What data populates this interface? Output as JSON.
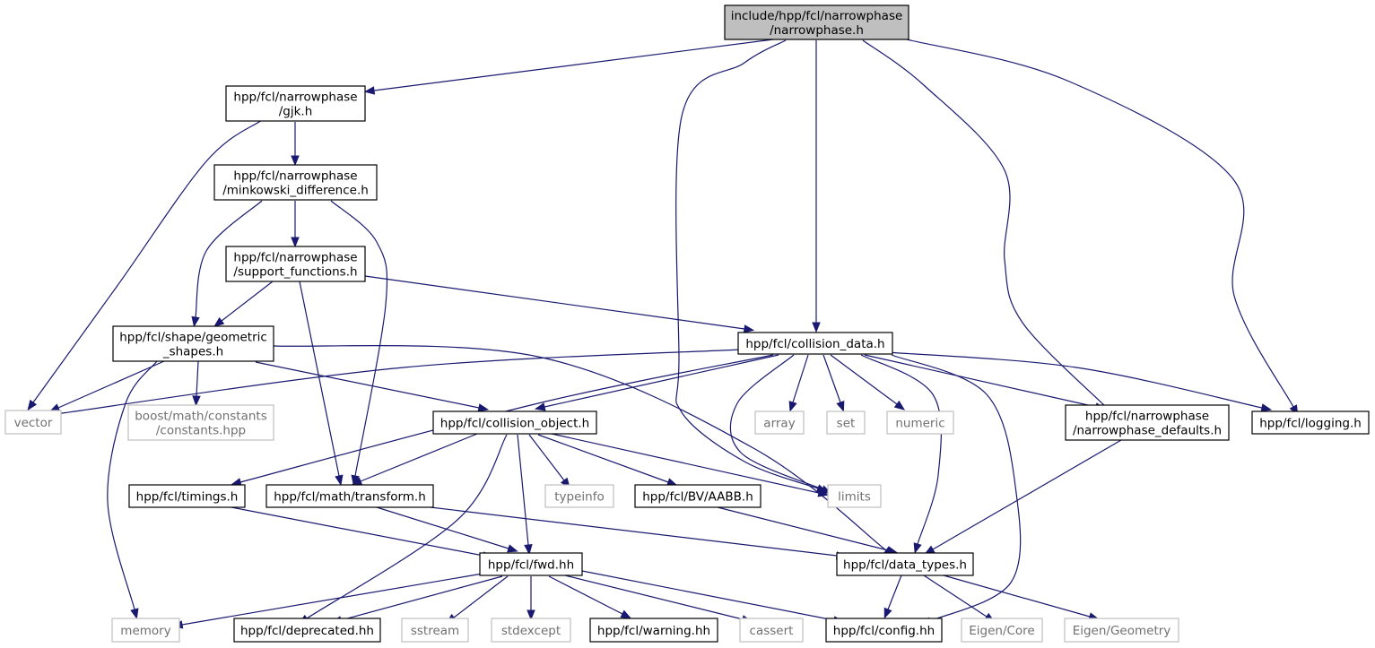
{
  "colors": {
    "edge": "#191970",
    "root_fill": "#bfbfbf",
    "node_border": "#000000",
    "system_border": "#bfbfbf",
    "system_text": "#707070"
  },
  "nodes": [
    {
      "id": "root",
      "kind": "root",
      "lines": [
        "include/hpp/fcl/narrowphase",
        "/narrowphase.h"
      ]
    },
    {
      "id": "gjk",
      "kind": "doc",
      "lines": [
        "hpp/fcl/narrowphase",
        "/gjk.h"
      ]
    },
    {
      "id": "minkowski",
      "kind": "doc",
      "lines": [
        "hpp/fcl/narrowphase",
        "/minkowski_difference.h"
      ]
    },
    {
      "id": "support",
      "kind": "doc",
      "lines": [
        "hpp/fcl/narrowphase",
        "/support_functions.h"
      ]
    },
    {
      "id": "geometric",
      "kind": "doc",
      "lines": [
        "hpp/fcl/shape/geometric",
        "_shapes.h"
      ]
    },
    {
      "id": "collision_data",
      "kind": "doc",
      "lines": [
        "hpp/fcl/collision_data.h"
      ]
    },
    {
      "id": "vector",
      "kind": "sys",
      "lines": [
        "vector"
      ]
    },
    {
      "id": "boost",
      "kind": "sys",
      "lines": [
        "boost/math/constants",
        "/constants.hpp"
      ]
    },
    {
      "id": "collision_object",
      "kind": "doc",
      "lines": [
        "hpp/fcl/collision_object.h"
      ]
    },
    {
      "id": "array",
      "kind": "sys",
      "lines": [
        "array"
      ]
    },
    {
      "id": "set",
      "kind": "sys",
      "lines": [
        "set"
      ]
    },
    {
      "id": "numeric",
      "kind": "sys",
      "lines": [
        "numeric"
      ]
    },
    {
      "id": "defaults",
      "kind": "doc",
      "lines": [
        "hpp/fcl/narrowphase",
        "/narrowphase_defaults.h"
      ]
    },
    {
      "id": "logging",
      "kind": "doc",
      "lines": [
        "hpp/fcl/logging.h"
      ]
    },
    {
      "id": "timings",
      "kind": "doc",
      "lines": [
        "hpp/fcl/timings.h"
      ]
    },
    {
      "id": "transform",
      "kind": "doc",
      "lines": [
        "hpp/fcl/math/transform.h"
      ]
    },
    {
      "id": "typeinfo",
      "kind": "sys",
      "lines": [
        "typeinfo"
      ]
    },
    {
      "id": "aabb",
      "kind": "doc",
      "lines": [
        "hpp/fcl/BV/AABB.h"
      ]
    },
    {
      "id": "limits",
      "kind": "sys",
      "lines": [
        "limits"
      ]
    },
    {
      "id": "fwd",
      "kind": "doc",
      "lines": [
        "hpp/fcl/fwd.hh"
      ]
    },
    {
      "id": "data_types",
      "kind": "doc",
      "lines": [
        "hpp/fcl/data_types.h"
      ]
    },
    {
      "id": "memory",
      "kind": "sys",
      "lines": [
        "memory"
      ]
    },
    {
      "id": "deprecated",
      "kind": "doc",
      "lines": [
        "hpp/fcl/deprecated.hh"
      ]
    },
    {
      "id": "sstream",
      "kind": "sys",
      "lines": [
        "sstream"
      ]
    },
    {
      "id": "stdexcept",
      "kind": "sys",
      "lines": [
        "stdexcept"
      ]
    },
    {
      "id": "warning",
      "kind": "doc",
      "lines": [
        "hpp/fcl/warning.hh"
      ]
    },
    {
      "id": "cassert",
      "kind": "sys",
      "lines": [
        "cassert"
      ]
    },
    {
      "id": "config",
      "kind": "doc",
      "lines": [
        "hpp/fcl/config.hh"
      ]
    },
    {
      "id": "eigen_core",
      "kind": "sys",
      "lines": [
        "Eigen/Core"
      ]
    },
    {
      "id": "eigen_geometry",
      "kind": "sys",
      "lines": [
        "Eigen/Geometry"
      ]
    }
  ],
  "edges": [
    {
      "from": "root",
      "to": "gjk"
    },
    {
      "from": "root",
      "to": "limits"
    },
    {
      "from": "root",
      "to": "collision_data"
    },
    {
      "from": "root",
      "to": "defaults"
    },
    {
      "from": "root",
      "to": "logging"
    },
    {
      "from": "gjk",
      "to": "vector"
    },
    {
      "from": "gjk",
      "to": "minkowski"
    },
    {
      "from": "minkowski",
      "to": "geometric"
    },
    {
      "from": "minkowski",
      "to": "support"
    },
    {
      "from": "minkowski",
      "to": "transform"
    },
    {
      "from": "support",
      "to": "geometric"
    },
    {
      "from": "support",
      "to": "transform"
    },
    {
      "from": "support",
      "to": "collision_data"
    },
    {
      "from": "geometric",
      "to": "vector"
    },
    {
      "from": "geometric",
      "to": "memory"
    },
    {
      "from": "geometric",
      "to": "boost"
    },
    {
      "from": "geometric",
      "to": "collision_object"
    },
    {
      "from": "geometric",
      "to": "data_types"
    },
    {
      "from": "collision_data",
      "to": "vector"
    },
    {
      "from": "collision_data",
      "to": "timings"
    },
    {
      "from": "collision_data",
      "to": "collision_object"
    },
    {
      "from": "collision_data",
      "to": "limits"
    },
    {
      "from": "collision_data",
      "to": "array"
    },
    {
      "from": "collision_data",
      "to": "set"
    },
    {
      "from": "collision_data",
      "to": "numeric"
    },
    {
      "from": "collision_data",
      "to": "data_types"
    },
    {
      "from": "collision_data",
      "to": "config"
    },
    {
      "from": "collision_data",
      "to": "defaults"
    },
    {
      "from": "collision_data",
      "to": "logging"
    },
    {
      "from": "collision_object",
      "to": "transform"
    },
    {
      "from": "collision_object",
      "to": "deprecated"
    },
    {
      "from": "collision_object",
      "to": "fwd"
    },
    {
      "from": "collision_object",
      "to": "typeinfo"
    },
    {
      "from": "collision_object",
      "to": "aabb"
    },
    {
      "from": "collision_object",
      "to": "limits"
    },
    {
      "from": "defaults",
      "to": "data_types"
    },
    {
      "from": "timings",
      "to": "fwd"
    },
    {
      "from": "transform",
      "to": "fwd"
    },
    {
      "from": "transform",
      "to": "data_types"
    },
    {
      "from": "aabb",
      "to": "data_types"
    },
    {
      "from": "fwd",
      "to": "memory"
    },
    {
      "from": "fwd",
      "to": "deprecated"
    },
    {
      "from": "fwd",
      "to": "sstream"
    },
    {
      "from": "fwd",
      "to": "stdexcept"
    },
    {
      "from": "fwd",
      "to": "warning"
    },
    {
      "from": "fwd",
      "to": "cassert"
    },
    {
      "from": "fwd",
      "to": "config"
    },
    {
      "from": "data_types",
      "to": "config"
    },
    {
      "from": "data_types",
      "to": "eigen_core"
    },
    {
      "from": "data_types",
      "to": "eigen_geometry"
    }
  ]
}
